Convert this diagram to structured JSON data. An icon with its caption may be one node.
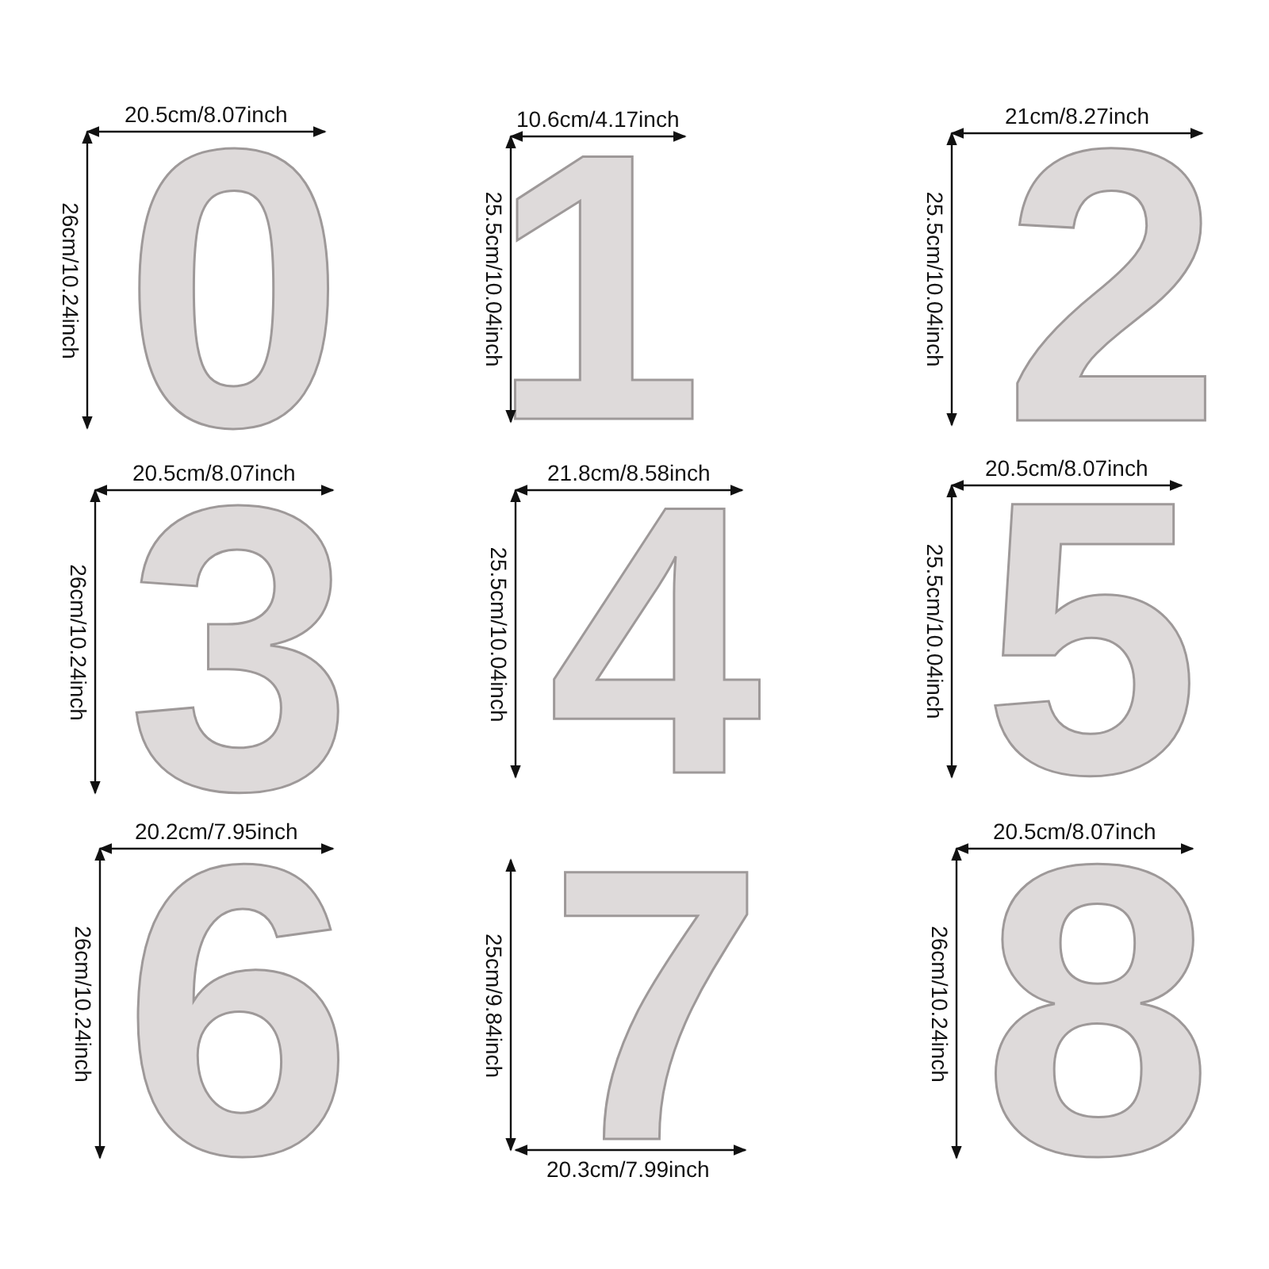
{
  "diagram": {
    "labels": [
      "20.5cm/8.07inch",
      "26cm/10.24inch",
      "0",
      "10.6cm/4.17inch",
      "25.5cm/10.04inch",
      "1",
      "21cm/8.27inch",
      "25.5cm/10.04inch",
      "2",
      "20.5cm/8.07inch",
      "26cm/10.24inch",
      "3",
      "21.8cm/8.58inch",
      "25.5cm/10.04inch",
      "4",
      "20.5cm/8.07inch",
      "25.5cm/10.04inch",
      "5",
      "20.2cm/7.95inch",
      "26cm/10.24inch",
      "6",
      "20.3cm/7.99inch",
      "25cm/9.84inch",
      "7",
      "20.5cm/8.07inch",
      "26cm/10.24inch",
      "8"
    ]
  }
}
